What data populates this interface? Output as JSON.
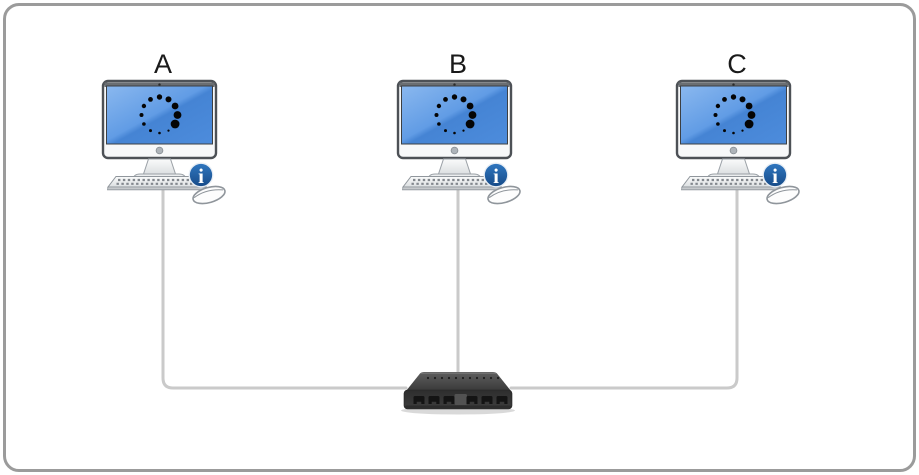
{
  "diagram": {
    "type": "network-topology",
    "nodes": [
      {
        "id": "A",
        "label": "A",
        "icon": "desktop-computer-icon",
        "screen_state": "loading-spinner",
        "badge": "info-icon"
      },
      {
        "id": "B",
        "label": "B",
        "icon": "desktop-computer-icon",
        "screen_state": "loading-spinner",
        "badge": "info-icon"
      },
      {
        "id": "C",
        "label": "C",
        "icon": "desktop-computer-icon",
        "screen_state": "loading-spinner",
        "badge": "info-icon"
      }
    ],
    "hub": {
      "icon": "ethernet-switch-icon",
      "visible_ports": 6
    },
    "links": [
      {
        "from": "A",
        "to": "switch"
      },
      {
        "from": "B",
        "to": "switch"
      },
      {
        "from": "C",
        "to": "switch"
      }
    ],
    "colors": {
      "frame_border": "#9b9b9b",
      "cable": "#cacaca",
      "screen_blue": "#4a89da",
      "info_badge_blue": "#1d5a9e",
      "switch_body": "#3a3a3a",
      "spinner_dots": "#000000",
      "label_text": "#1a1a1a",
      "background": "#ffffff"
    }
  }
}
